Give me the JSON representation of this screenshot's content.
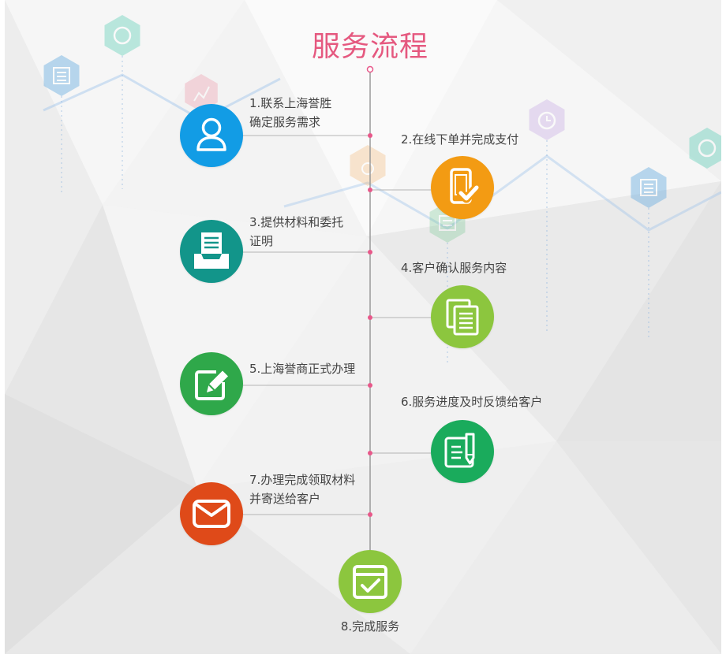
{
  "title": "服务流程",
  "colors": {
    "title": "#e5587f",
    "timeline": "#9a9a9a",
    "connector": "#b4b4b4",
    "dot": "#e8588a",
    "text": "#444444"
  },
  "steps": [
    {
      "lines": [
        "1.联系上海誉胜",
        "确定服务需求"
      ],
      "icon": "user-icon",
      "color": "#129ce5"
    },
    {
      "lines": [
        "2.在线下单并完成支付"
      ],
      "icon": "phone-check-icon",
      "color": "#f39b13"
    },
    {
      "lines": [
        "3.提供材料和委托",
        "证明"
      ],
      "icon": "document-tray-icon",
      "color": "#12958a"
    },
    {
      "lines": [
        "4.客户确认服务内容"
      ],
      "icon": "documents-copy-icon",
      "color": "#8cc63e"
    },
    {
      "lines": [
        "5.上海誉商正式办理"
      ],
      "icon": "edit-icon",
      "color": "#2fa84a"
    },
    {
      "lines": [
        "6.服务进度及时反馈给客户"
      ],
      "icon": "clipboard-pen-icon",
      "color": "#1aab5c"
    },
    {
      "lines": [
        "7.办理完成领取材料",
        "并寄送给客户"
      ],
      "icon": "envelope-icon",
      "color": "#df4a19"
    },
    {
      "lines": [
        "8.完成服务"
      ],
      "icon": "calendar-check-icon",
      "color": "#8cc63e"
    }
  ]
}
